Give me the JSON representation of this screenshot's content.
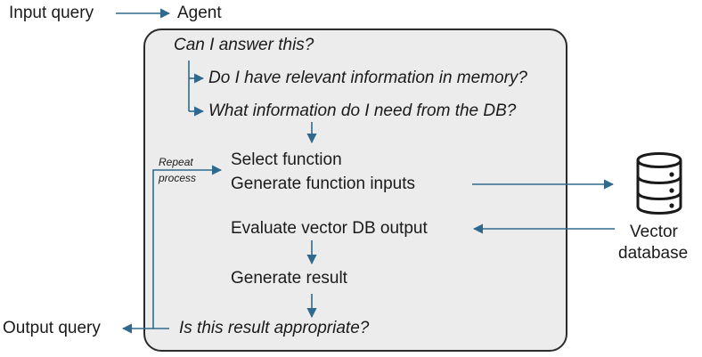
{
  "external": {
    "input_query": "Input query",
    "agent": "Agent",
    "output_query": "Output query",
    "vector_db_line1": "Vector",
    "vector_db_line2": "database"
  },
  "agent_box": {
    "q_answer": "Can I answer this?",
    "q_memory": "Do I have relevant information in memory?",
    "q_db": "What information do I need from the DB?",
    "select_function": "Select function",
    "generate_inputs": "Generate function inputs",
    "evaluate_output": "Evaluate vector DB output",
    "generate_result": "Generate result",
    "q_appropriate": "Is this result appropriate?",
    "repeat_line1": "Repeat",
    "repeat_line2": "process"
  },
  "colors": {
    "arrow": "#2f6a8e",
    "box_fill": "#ececec",
    "box_border": "#2b2b2b",
    "text": "#1a1a1a"
  },
  "icons": {
    "database": "database-icon"
  }
}
